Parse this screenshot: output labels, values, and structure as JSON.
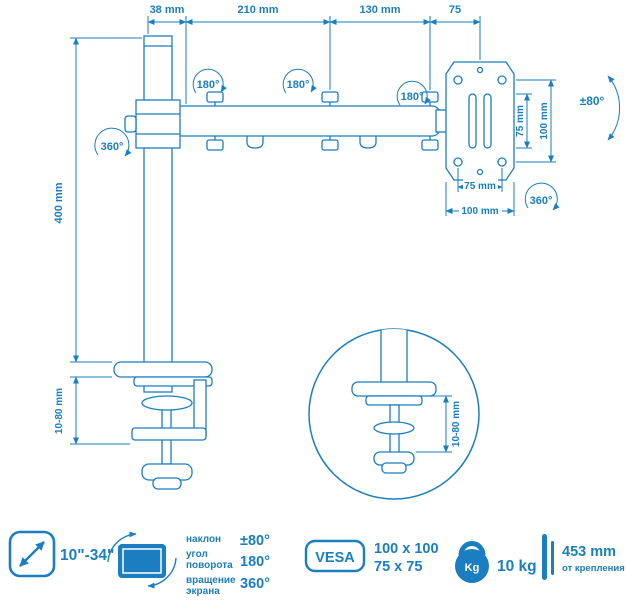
{
  "diagram": {
    "top_dims": {
      "seg1": "38 mm",
      "seg2": "210 mm",
      "seg3": "130 mm",
      "seg4": "75"
    },
    "pole_height": "400 mm",
    "clamp_range": "10-80 mm",
    "detail_clamp_range": "10-80 mm",
    "joint1_angle": "180°",
    "joint2_angle": "180°",
    "joint3_angle": "180°",
    "pole_rotation": "360°",
    "vesa_rotation": "360°",
    "tilt_angle": "±80°",
    "vesa_vertical_75": "75 mm",
    "vesa_vertical_100": "100 mm",
    "vesa_horizontal_75": "75 mm",
    "vesa_horizontal_100": "100 mm"
  },
  "legend": {
    "screen_size": "10\"-34\"",
    "tilt_label": "наклон",
    "tilt_value": "±80°",
    "swivel_label_line1": "угол",
    "swivel_label_line2": "поворота",
    "swivel_value": "180°",
    "rotation_label_line1": "вращение",
    "rotation_label_line2": "экрана",
    "rotation_value": "360°",
    "vesa_badge": "VESA",
    "vesa_size1": "100 x 100",
    "vesa_size2": "75 x 75",
    "weight_unit": "Kg",
    "weight_value": "10 kg",
    "height_value": "453 mm",
    "height_caption": "от крепления"
  }
}
